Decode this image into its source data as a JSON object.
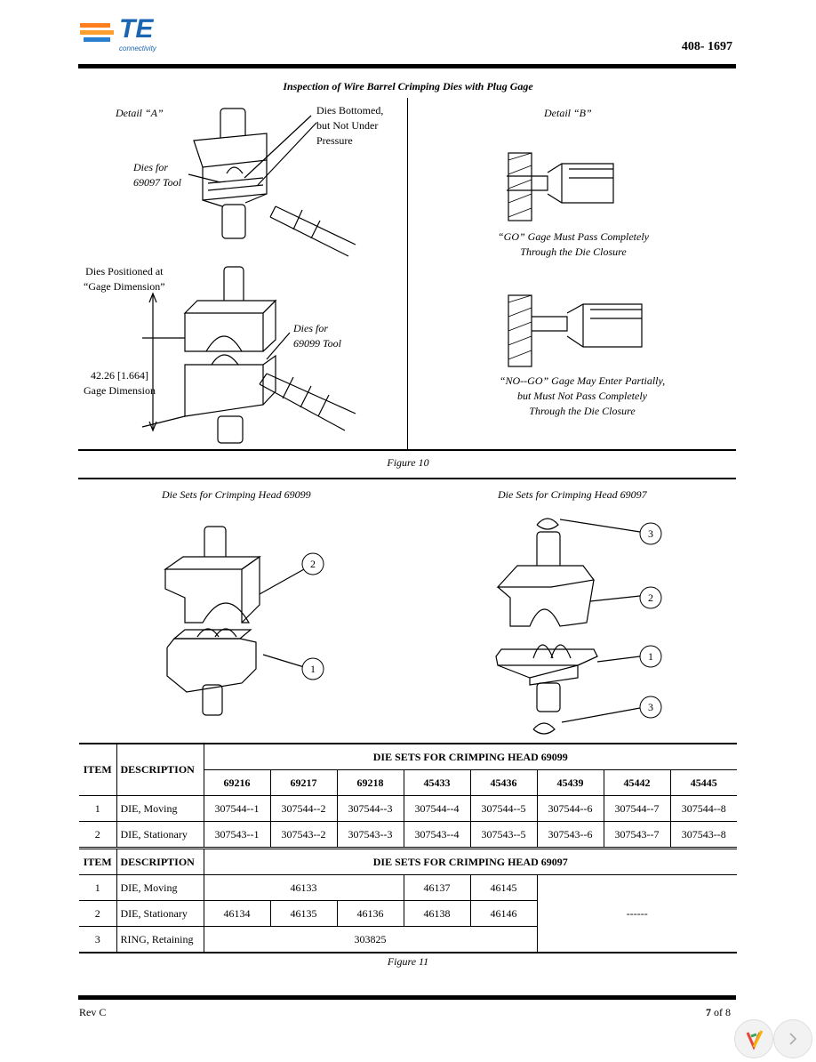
{
  "header": {
    "brand": "TE",
    "brand_sub": "connectivity",
    "doc_number": "408- 1697",
    "accent_color": "#ff7f1f",
    "brand_color": "#1a66b3"
  },
  "figure10": {
    "title": "Inspection of Wire Barrel Crimping Dies with Plug Gage",
    "detail_a": "Detail “A”",
    "detail_b": "Detail “B”",
    "dies_bottomed": [
      "Dies Bottomed,",
      "but Not Under",
      "Pressure"
    ],
    "dies_69097": [
      "Dies for",
      "69097 Tool"
    ],
    "dies_positioned": [
      "Dies Positioned at",
      "“Gage Dimension”"
    ],
    "dies_69099": [
      "Dies for",
      "69099 Tool"
    ],
    "gage_dim": [
      "42.26 [1.664]",
      "Gage Dimension"
    ],
    "go_text": [
      "“GO” Gage Must Pass Completely",
      "Through the Die Closure"
    ],
    "nogo_text": [
      "“NO--GO” Gage May Enter Partially,",
      "but Must Not Pass Completely",
      "Through the Die Closure"
    ],
    "caption": "Figure 10"
  },
  "figure11": {
    "left_title": "Die Sets for Crimping Head 69099",
    "right_title": "Die Sets for Crimping Head 69097",
    "callouts_left": [
      "2",
      "1"
    ],
    "callouts_right": [
      "3",
      "2",
      "1",
      "3"
    ],
    "caption": "Figure 11"
  },
  "table1": {
    "item_header": "ITEM",
    "desc_header": "DESCRIPTION",
    "group_header": "DIE SETS FOR CRIMPING HEAD 69099",
    "columns": [
      "69216",
      "69217",
      "69218",
      "45433",
      "45436",
      "45439",
      "45442",
      "45445"
    ],
    "rows": [
      {
        "item": "1",
        "desc": "DIE, Moving",
        "values": [
          "307544--1",
          "307544--2",
          "307544--3",
          "307544--4",
          "307544--5",
          "307544--6",
          "307544--7",
          "307544--8"
        ]
      },
      {
        "item": "2",
        "desc": "DIE, Stationary",
        "values": [
          "307543--1",
          "307543--2",
          "307543--3",
          "307543--4",
          "307543--5",
          "307543--6",
          "307543--7",
          "307543--8"
        ]
      }
    ]
  },
  "table2": {
    "item_header": "ITEM",
    "desc_header": "DESCRIPTION",
    "group_header": "DIE SETS FOR CRIMPING HEAD 69097",
    "row1": {
      "item": "1",
      "desc": "DIE, Moving",
      "a": "46133",
      "b": "46137",
      "c": "46145"
    },
    "row2": {
      "item": "2",
      "desc": "DIE, Stationary",
      "values": [
        "46134",
        "46135",
        "46136",
        "46138",
        "46146"
      ]
    },
    "row3": {
      "item": "3",
      "desc": "RING, Retaining",
      "a": "303825"
    },
    "dash": "------"
  },
  "footer": {
    "rev": "Rev C",
    "page_num": "7",
    "page_of": "of 8"
  }
}
